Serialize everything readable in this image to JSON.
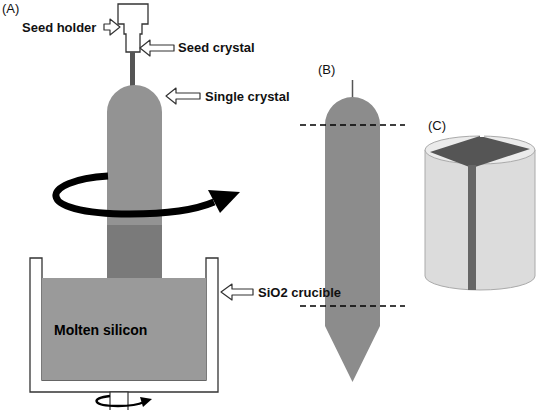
{
  "diagram": {
    "nodes": [
      {
        "text": [
          "Molten silicon"
        ]
      }
    ],
    "labels": [
      "(A)",
      "Seed holder",
      "Seed crystal",
      "Single crystal",
      "(B)",
      "(C)",
      "SiO2 crucible"
    ]
  }
}
